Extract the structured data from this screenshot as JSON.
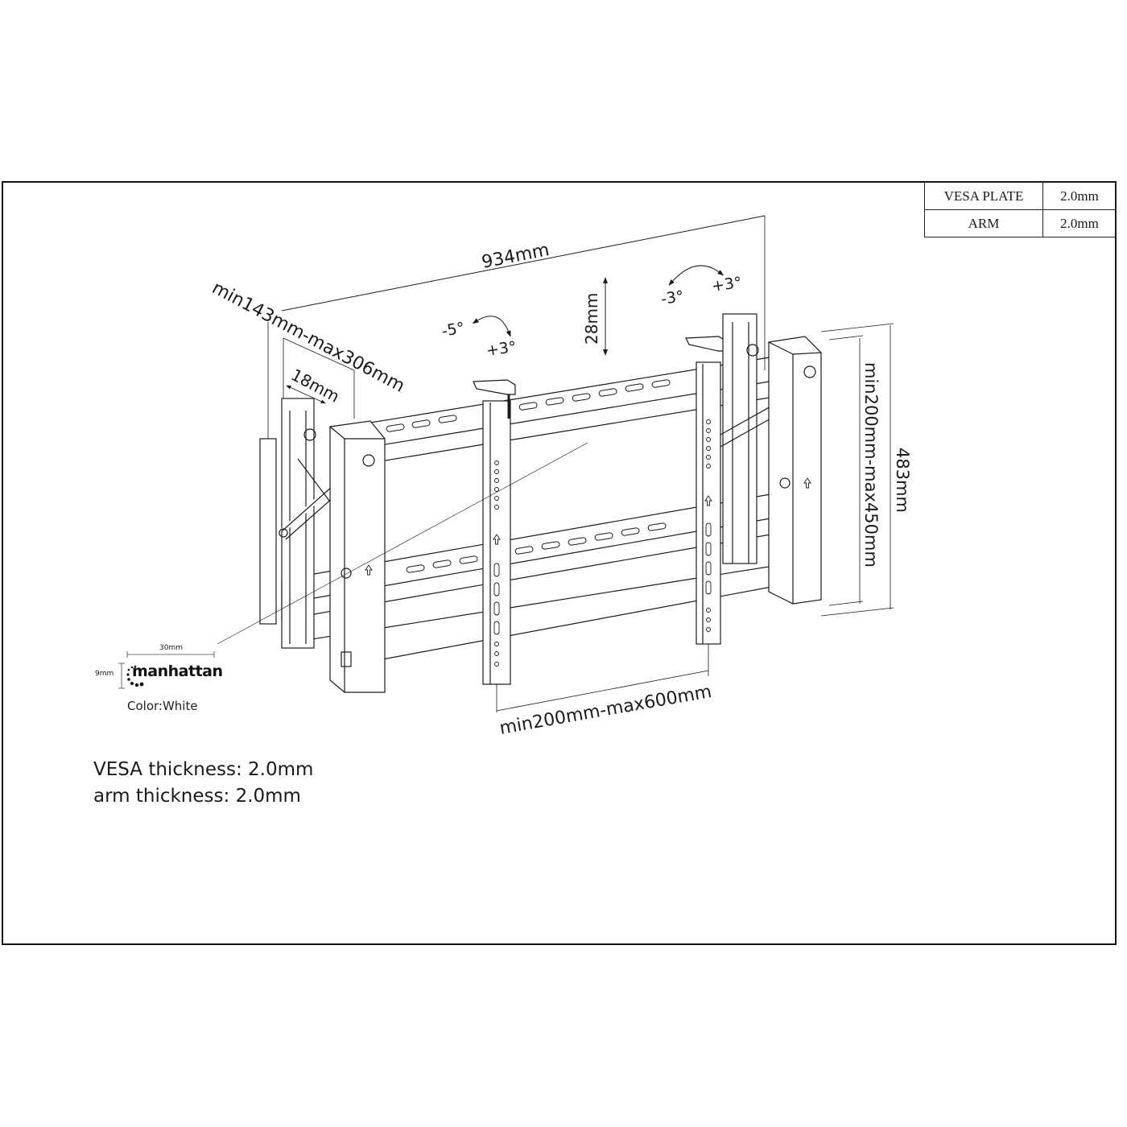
{
  "spec_table": {
    "rows": [
      {
        "label": "VESA PLATE",
        "value": "2.0mm"
      },
      {
        "label": "ARM",
        "value": "2.0mm"
      }
    ]
  },
  "dimensions": {
    "overall_width": "934mm",
    "depth_range": "min143mm-max306mm",
    "pop_out_offset": "18mm",
    "height_adjust": "28mm",
    "tilt_left": {
      "minus": "-5°",
      "plus": "+3°"
    },
    "tilt_right": {
      "minus": "-3°",
      "plus": "+3°"
    },
    "vesa_vertical": "min200mm-max450mm",
    "overall_height": "483mm",
    "vesa_horizontal": "min200mm-max600mm"
  },
  "logo": {
    "brand": "manhattan",
    "width_label": "30mm",
    "height_label": "9mm",
    "color_label": "Color:White"
  },
  "notes": {
    "vesa_thickness": "VESA thickness: 2.0mm",
    "arm_thickness": "arm thickness: 2.0mm"
  },
  "colors": {
    "line": "#1a1a1a",
    "background": "#ffffff"
  }
}
